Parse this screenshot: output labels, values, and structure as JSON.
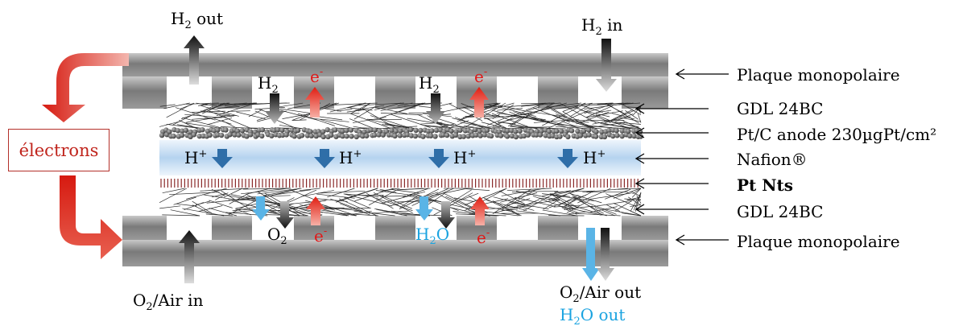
{
  "labels": {
    "plaque_top": "Plaque monopolaire",
    "gdl_top": "GDL 24BC",
    "anode": "Pt/C anode 230µgPt/cm²",
    "nafion": "Nafion®",
    "pt_nts": "Pt Nts",
    "gdl_bottom": "GDL 24BC",
    "plaque_bottom": "Plaque monopolaire",
    "electrons": "électrons"
  },
  "flows": {
    "h2_out": {
      "main": "H",
      "sub": "2",
      "rest": " out"
    },
    "h2_in": {
      "main": "H",
      "sub": "2",
      "rest": " in"
    },
    "o2_air_in": {
      "main": "O",
      "sub": "2",
      "rest": "/Air in"
    },
    "o2_air_out": {
      "main": "O",
      "sub": "2",
      "rest": "/Air out"
    },
    "h2o_out": {
      "main": "H",
      "sub": "2",
      "rest": "O out"
    }
  },
  "species": {
    "h2": {
      "main": "H",
      "sub": "2"
    },
    "o2": {
      "main": "O",
      "sub": "2"
    },
    "h2o": {
      "main": "H",
      "sub": "2",
      "rest": "O"
    },
    "electron": {
      "main": "e",
      "sup": "-"
    },
    "proton": {
      "main": "H",
      "sup": "+"
    }
  },
  "colors": {
    "plate": "#8a8a8a",
    "membrane": "#bcd8f0",
    "electron_arrow": "#e52b20",
    "proton_arrow": "#2f6ea8",
    "water": "#5ab4e6",
    "electrons_box_border": "#b4302a",
    "electrons_box_text": "#c0241c"
  }
}
